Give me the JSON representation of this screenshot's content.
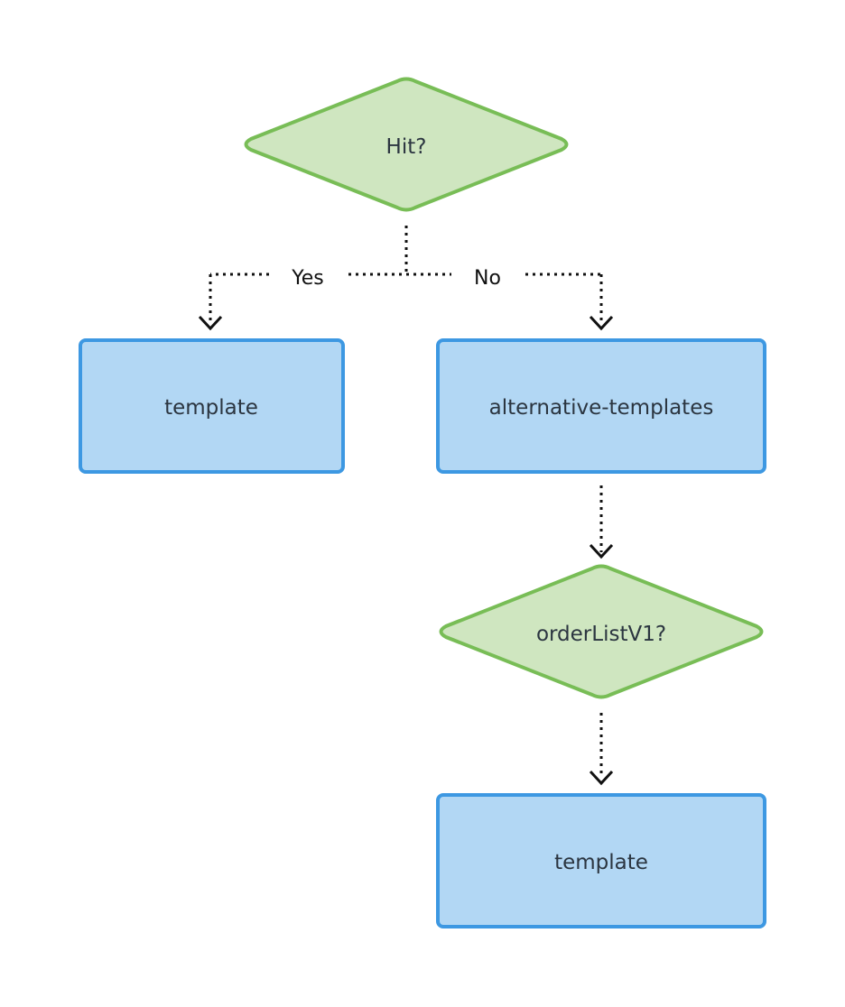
{
  "diagram": {
    "nodes": {
      "hit_decision": "Hit?",
      "template_left": "template",
      "alternative_templates": "alternative-templates",
      "orderlist_decision": "orderListV1?",
      "template_bottom": "template"
    },
    "edges": {
      "yes_label": "Yes",
      "no_label": "No"
    },
    "colors": {
      "decision_fill": "#cfe6c0",
      "decision_stroke": "#78bd56",
      "process_fill": "#b2d7f4",
      "process_stroke": "#3d98e2",
      "edge": "#111111"
    }
  }
}
